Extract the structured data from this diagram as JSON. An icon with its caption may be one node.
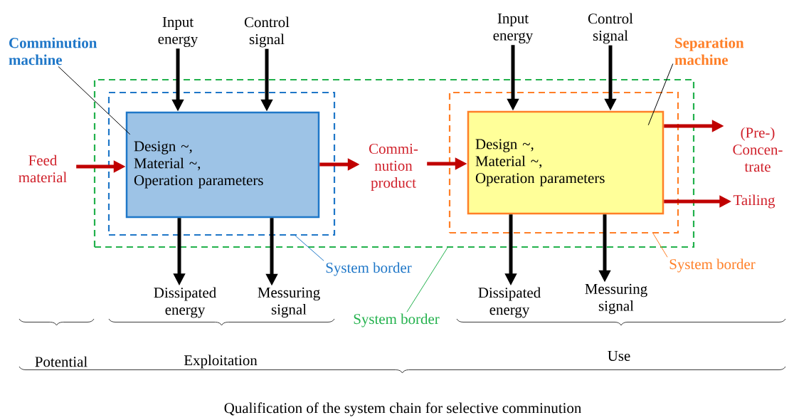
{
  "diagram": {
    "nodes": [
      {
        "text": [],
        "shape": "box"
      },
      {
        "text": [],
        "shape": "box",
        "in": 0
      },
      {
        "text": [
          "Design ~,",
          "Material ~,",
          "Operation parameters"
        ],
        "in": 1
      },
      {
        "text": [],
        "shape": "box",
        "in": 0
      },
      {
        "text": [
          "Design ~,",
          "Material ~,",
          "Operation parameters"
        ],
        "in": 3
      },
      {
        "text": [
          "Comminution machine"
        ]
      },
      {
        "text": [
          "Separation machine"
        ]
      },
      {
        "text": [
          "Input energy"
        ]
      },
      {
        "text": [
          "Control signal"
        ]
      },
      {
        "text": [
          "Input energy"
        ]
      },
      {
        "text": [
          "Control signal"
        ]
      },
      {
        "text": [
          "Feed material"
        ]
      },
      {
        "text": [
          "Commi- nution product"
        ],
        "in": 0
      },
      {
        "text": [
          "(Pre-) Concen- trate"
        ]
      },
      {
        "text": [
          "Tailing"
        ]
      },
      {
        "text": [
          "Dissipated energy"
        ]
      },
      {
        "text": [
          "Messuring signal"
        ]
      },
      {
        "text": [
          "Dissipated energy"
        ]
      },
      {
        "text": [
          "Messuring signal"
        ]
      },
      {
        "text": [
          "System border"
        ]
      },
      {
        "text": [
          "System border"
        ]
      },
      {
        "text": [
          "System border"
        ]
      }
    ],
    "edges": [
      {
        "from": 7,
        "to": 2,
        "arrow": "to"
      },
      {
        "from": 8,
        "to": 2,
        "arrow": "to"
      },
      {
        "from": 11,
        "to": 2,
        "arrow": "to",
        "color": "#c00000"
      },
      {
        "from": 2,
        "to": 12,
        "arrow": "to",
        "color": "#c00000"
      },
      {
        "from": 12,
        "to": 4,
        "arrow": "to",
        "color": "#c00000"
      },
      {
        "from": 9,
        "to": 4,
        "arrow": "to"
      },
      {
        "from": 10,
        "to": 4,
        "arrow": "to"
      },
      {
        "from": 4,
        "to": 13,
        "arrow": "to",
        "color": "#c00000"
      },
      {
        "from": 4,
        "to": 14,
        "arrow": "to",
        "color": "#c00000"
      },
      {
        "from": 2,
        "to": 15,
        "arrow": "to"
      },
      {
        "from": 2,
        "to": 16,
        "arrow": "to"
      },
      {
        "from": 4,
        "to": 17,
        "arrow": "to"
      },
      {
        "from": 4,
        "to": 18,
        "arrow": "to"
      },
      {
        "from": 5,
        "to": 2,
        "arrow": "none"
      },
      {
        "from": 6,
        "to": 4,
        "arrow": "none"
      },
      {
        "from": 19,
        "to": 1,
        "arrow": "none",
        "color": "#1f77c8"
      },
      {
        "from": 20,
        "to": 0,
        "arrow": "none",
        "color": "#22b14c"
      },
      {
        "from": 21,
        "to": 3,
        "arrow": "none",
        "color": "#ff7f27"
      }
    ],
    "labels": [
      "Potential",
      "Exploitation",
      "Use",
      "Qualification of the system chain for selective comminution"
    ]
  }
}
